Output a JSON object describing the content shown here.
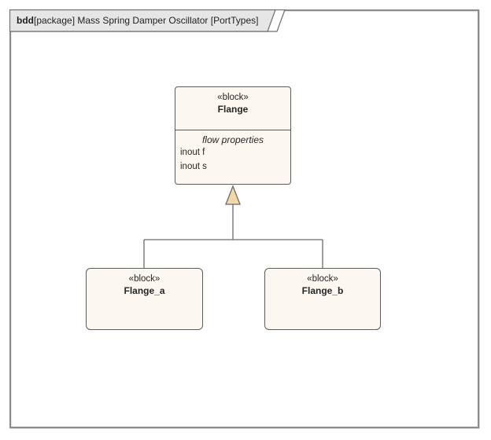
{
  "diagram": {
    "frame_label": {
      "keyword": "bdd",
      "rest": "[package] Mass Spring Damper Oscillator [PortTypes]"
    }
  },
  "blocks": {
    "flange": {
      "stereotype": "«block»",
      "name": "Flange",
      "compartments": {
        "flow_properties_label": "flow properties",
        "properties": [
          "inout f",
          "inout s"
        ]
      }
    },
    "flange_a": {
      "stereotype": "«block»",
      "name": "Flange_a"
    },
    "flange_b": {
      "stereotype": "«block»",
      "name": "Flange_b"
    }
  },
  "colors": {
    "block_fill": "#fcf8f1",
    "block_border": "#5c5c5c",
    "tab_fill": "#e6e6e6",
    "frame_border": "#8c8c8c",
    "connector": "#6a6a6a",
    "triangle_fill": "#f2d8a6"
  }
}
